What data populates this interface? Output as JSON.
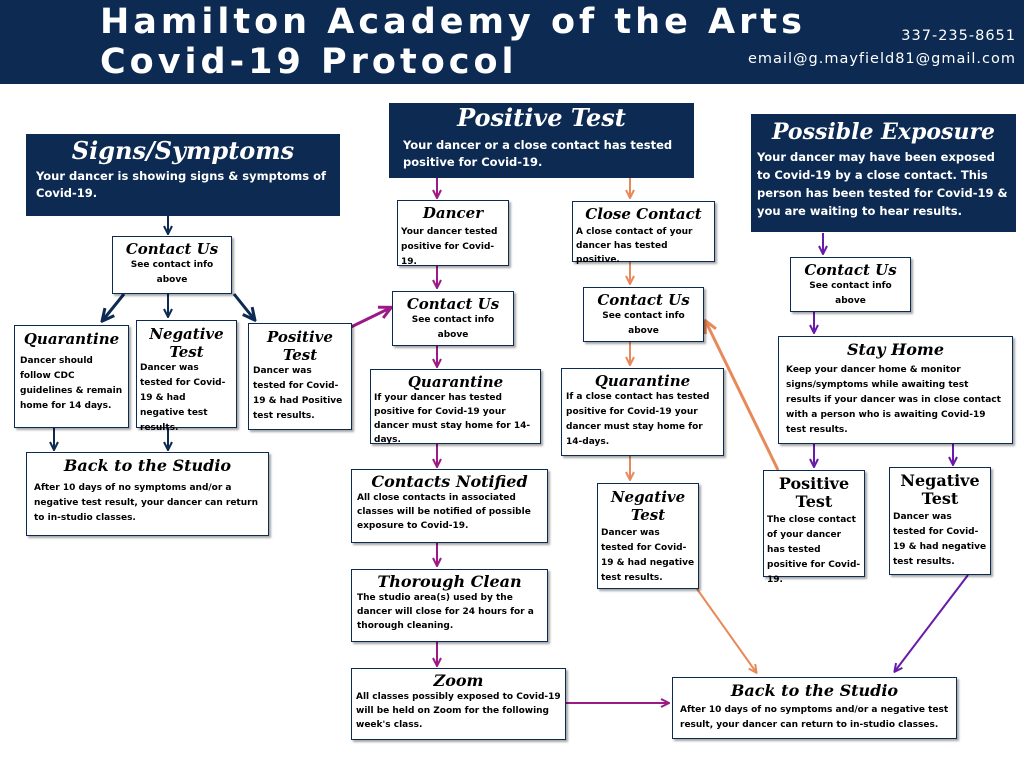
{
  "header": {
    "title_line1": "Hamilton Academy of the Arts",
    "title_line2": "Covid-19 Protocol",
    "phone": "337-235-8651",
    "email": "email@g.mayfield81@gmail.com"
  },
  "colors": {
    "navy": "#0c2a52",
    "arrow_navy": "#0c2a52",
    "arrow_purple": "#9b1a86",
    "arrow_orange": "#e8895a",
    "arrow_violet": "#6a1aa8"
  },
  "signs": {
    "title": "Signs/Symptoms",
    "text": "Your dancer is showing signs & symptoms of Covid-19.",
    "contact": {
      "title": "Contact Us",
      "text": "See contact info above"
    },
    "quarantine": {
      "title": "Quarantine",
      "text": "Dancer should follow CDC guidelines & remain home for 14 days."
    },
    "negative": {
      "title": "Negative Test",
      "text": "Dancer was tested for Covid-19 & had negative test results."
    },
    "positive": {
      "title": "Positive Test",
      "text": "Dancer was tested for Covid-19 & had Positive test results."
    },
    "back": {
      "title": "Back to the Studio",
      "text": "After 10 days of no symptoms and/or a negative test result, your dancer can return to in-studio classes."
    }
  },
  "positive_test": {
    "title": "Positive Test",
    "text": "Your dancer or a close contact has tested positive for Covid-19.",
    "dancer": {
      "title": "Dancer",
      "text": "Your dancer tested positive for Covid-19.",
      "contact": {
        "title": "Contact Us",
        "text": "See contact info above"
      },
      "quarantine": {
        "title": "Quarantine",
        "text": "If your dancer has tested positive for Covid-19 your dancer must stay home for 14-days."
      },
      "notified": {
        "title": "Contacts Notified",
        "text": "All close contacts in associated classes will be notified of possible exposure to Covid-19."
      },
      "clean": {
        "title": "Thorough Clean",
        "text": "The studio area(s) used by the dancer will close for 24 hours for a thorough cleaning."
      },
      "zoom": {
        "title": "Zoom",
        "text": "All classes possibly exposed to Covid-19 will be held on Zoom for the following week's class."
      }
    },
    "close_contact": {
      "title": "Close Contact",
      "text": "A close contact of your dancer has tested positive.",
      "contact": {
        "title": "Contact Us",
        "text": "See contact info above"
      },
      "quarantine": {
        "title": "Quarantine",
        "text": "If a close contact has tested positive for Covid-19 your dancer must stay home for 14-days."
      },
      "negative": {
        "title": "Negative Test",
        "text": "Dancer was tested for Covid-19 & had negative test results."
      }
    }
  },
  "exposure": {
    "title": "Possible Exposure",
    "text": "Your dancer may have been exposed to Covid-19 by a close contact. This person has been tested for Covid-19 & you are waiting to hear results.",
    "contact": {
      "title": "Contact Us",
      "text": "See contact info above"
    },
    "stay_home": {
      "title": "Stay Home",
      "text": "Keep your dancer home & monitor signs/symptoms while awaiting test results if your dancer was in close contact with a person who is awaiting Covid-19 test results."
    },
    "positive": {
      "title": "Positive Test",
      "text": "The close contact of your dancer has tested positive for Covid-19."
    },
    "negative": {
      "title": "Negative Test",
      "text": "Dancer was tested for Covid-19 & had negative test results."
    }
  },
  "back_bottom": {
    "title": "Back to the Studio",
    "text": "After 10 days of no symptoms and/or a negative test result, your dancer can return to in-studio classes."
  }
}
